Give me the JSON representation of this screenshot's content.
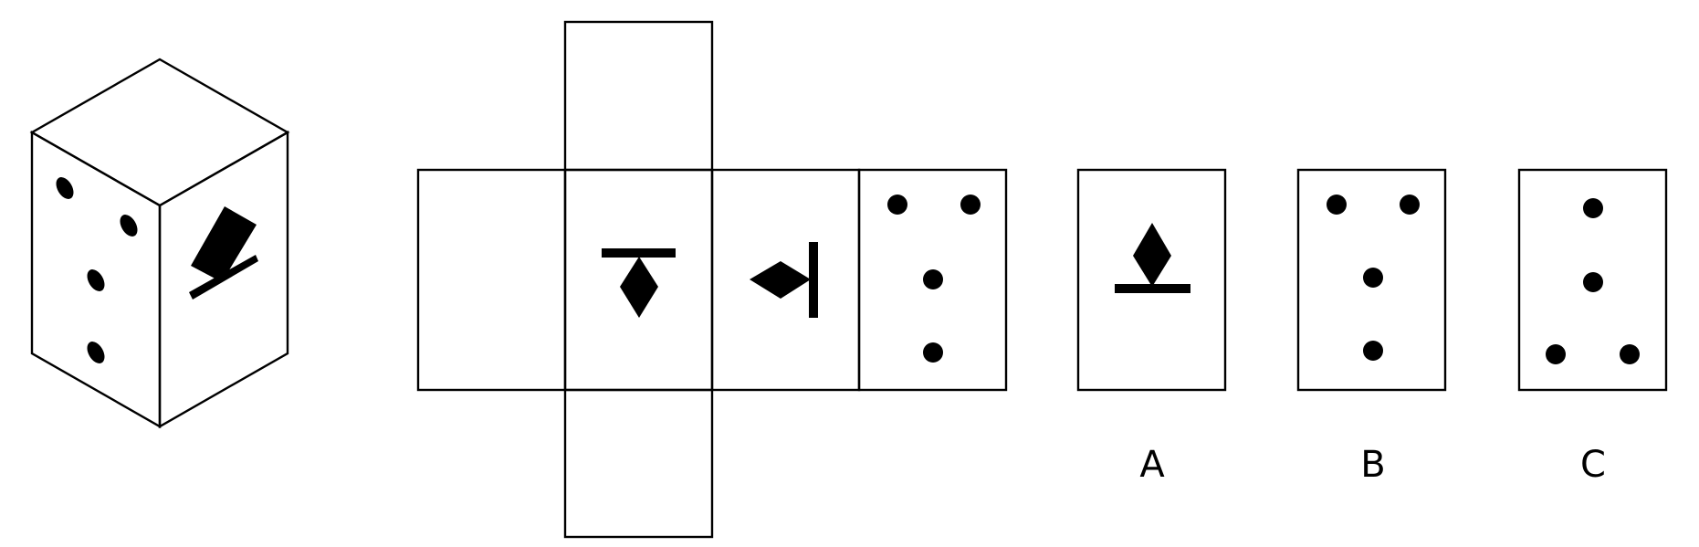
{
  "options": [
    {
      "label": "A"
    },
    {
      "label": "B"
    },
    {
      "label": "C"
    }
  ],
  "colors": {
    "ink": "#000000",
    "background": "#ffffff"
  }
}
